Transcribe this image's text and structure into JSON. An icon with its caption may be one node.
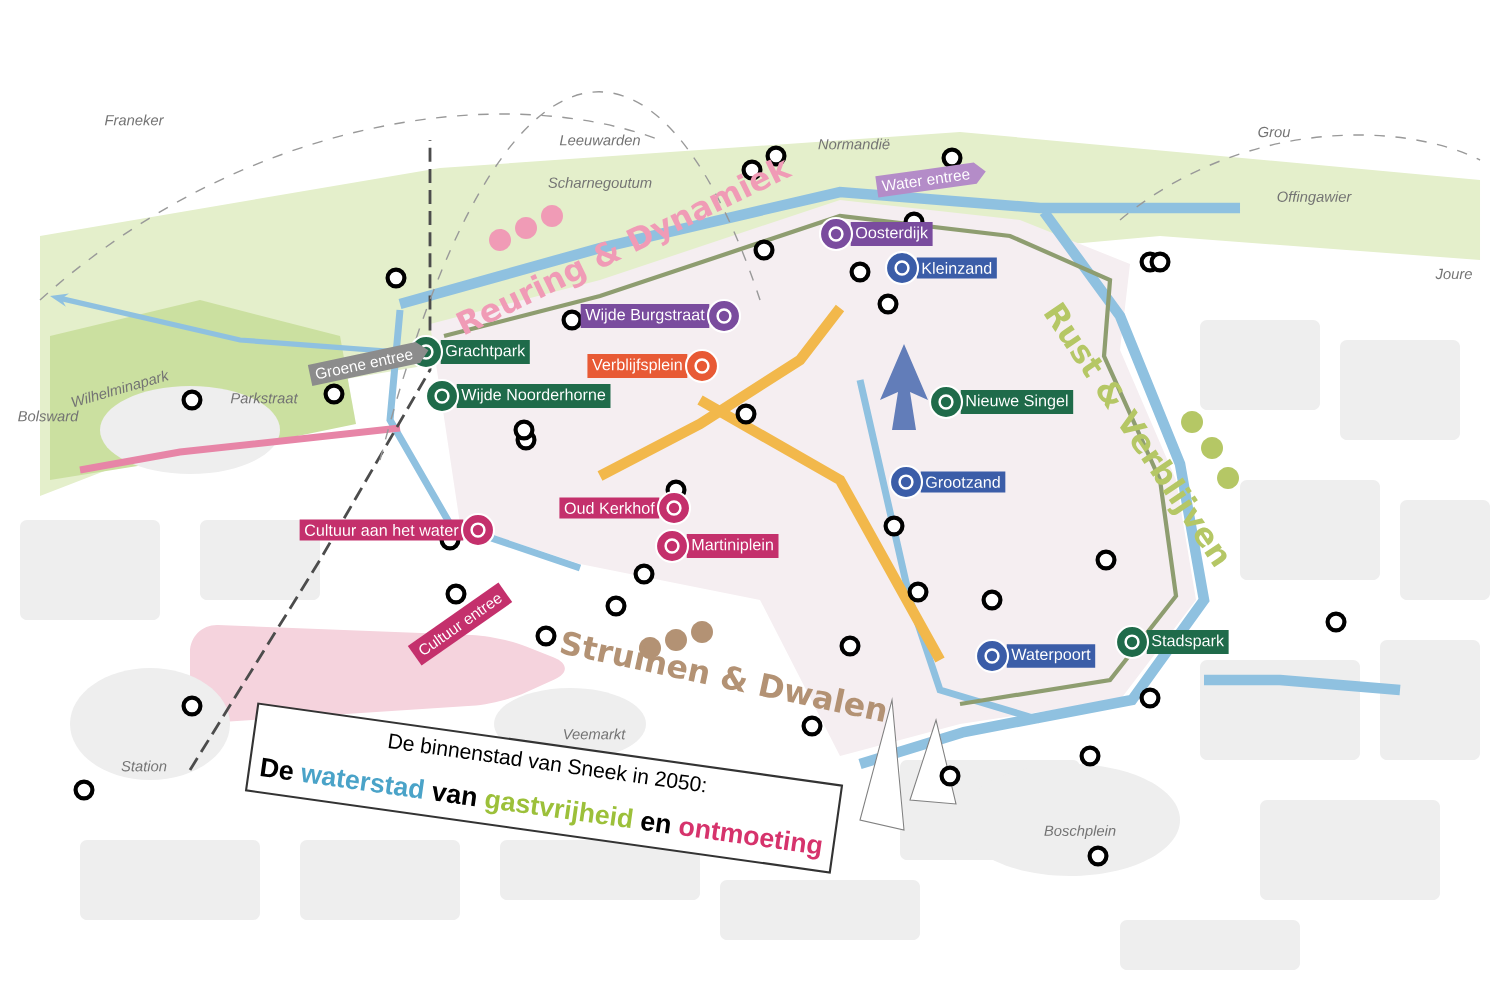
{
  "diagram": {
    "nodes": [
      {
        "text": [
          "Water entree"
        ]
      },
      {
        "text": [
          "Oosterdijk"
        ]
      },
      {
        "text": [
          "Kleinzand"
        ]
      },
      {
        "text": [
          "Wijde Burgstraat"
        ]
      },
      {
        "text": [
          "Grachtpark"
        ]
      },
      {
        "text": [
          "Groene entree"
        ]
      },
      {
        "text": [
          "Verblijfsplein"
        ]
      },
      {
        "text": [
          "Wijde Noorderhorne"
        ]
      },
      {
        "text": [
          "Nieuwe Singel"
        ]
      },
      {
        "text": [
          "Grootzand"
        ]
      },
      {
        "text": [
          "Oud Kerkhof"
        ]
      },
      {
        "text": [
          "Cultuur aan het water"
        ]
      },
      {
        "text": [
          "Martiniplein"
        ]
      },
      {
        "text": [
          "Cultuur entree"
        ]
      },
      {
        "text": [
          "Stadspark"
        ]
      },
      {
        "text": [
          "Waterpoort"
        ]
      },
      {
        "text": [
          "De binnenstad van Sneek in 2050:",
          "De",
          "waterstad",
          "van",
          "gastvrijheid",
          "en",
          "ontmoeting"
        ]
      }
    ],
    "labels": [
      "Franeker",
      "Grou",
      "Leeuwarden",
      "Normandië",
      "Scharnegoutum",
      "Offingawier",
      "Reuring & Dynamiek",
      "Joure",
      "Wilhelminapark",
      "Bolsward",
      "Rust & Verblijven",
      "Parkstraat",
      "Struinen & Dwalen",
      "Veemarkt",
      "Station",
      "Boschplein"
    ]
  }
}
